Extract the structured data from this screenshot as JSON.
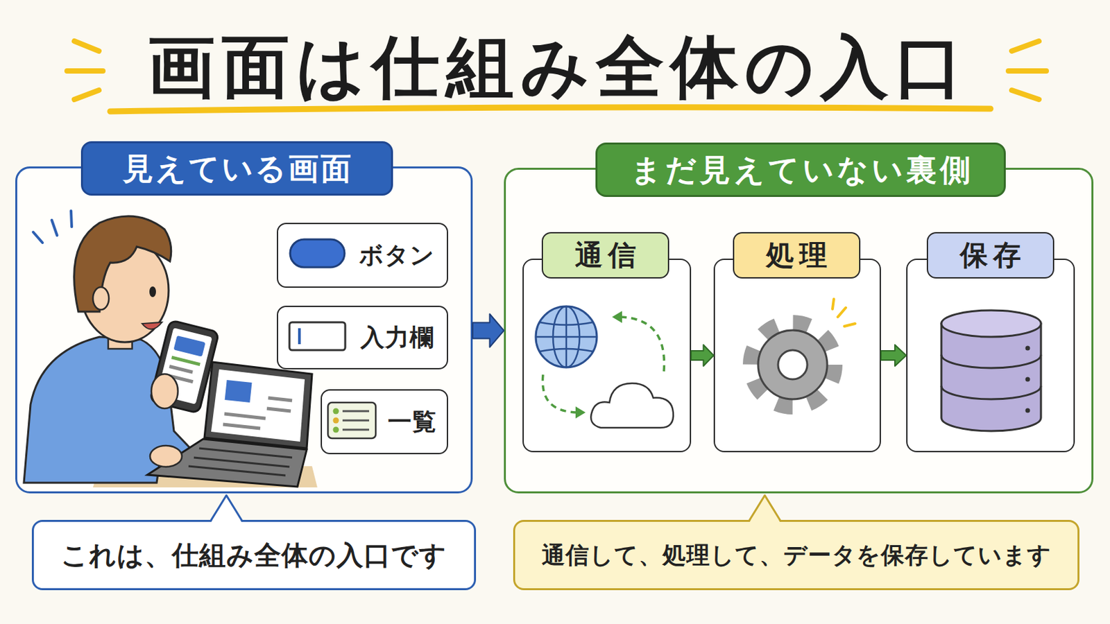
{
  "diagram": {
    "title": "画面は仕組み全体の入口",
    "nodes": [
      {
        "text": [
          "見えている画面"
        ]
      },
      {
        "text": [
          "ボタン"
        ],
        "in": 0
      },
      {
        "text": [
          "入力欄"
        ],
        "in": 0
      },
      {
        "text": [
          "一覧"
        ],
        "in": 0
      },
      {
        "text": [
          "まだ見えていない裏側"
        ]
      },
      {
        "text": [
          "通信"
        ],
        "in": 4
      },
      {
        "text": [
          "処理"
        ],
        "in": 4
      },
      {
        "text": [
          "保存"
        ],
        "in": 4
      },
      {
        "text": [
          "これは、仕組み全体の入口です"
        ]
      },
      {
        "text": [
          "通信して、処理して、データを保存しています"
        ]
      }
    ],
    "edges": [
      {
        "from": 0,
        "to": 4,
        "arrow": "to"
      },
      {
        "from": 5,
        "to": 6,
        "arrow": "to"
      },
      {
        "from": 6,
        "to": 7,
        "arrow": "to"
      }
    ]
  }
}
